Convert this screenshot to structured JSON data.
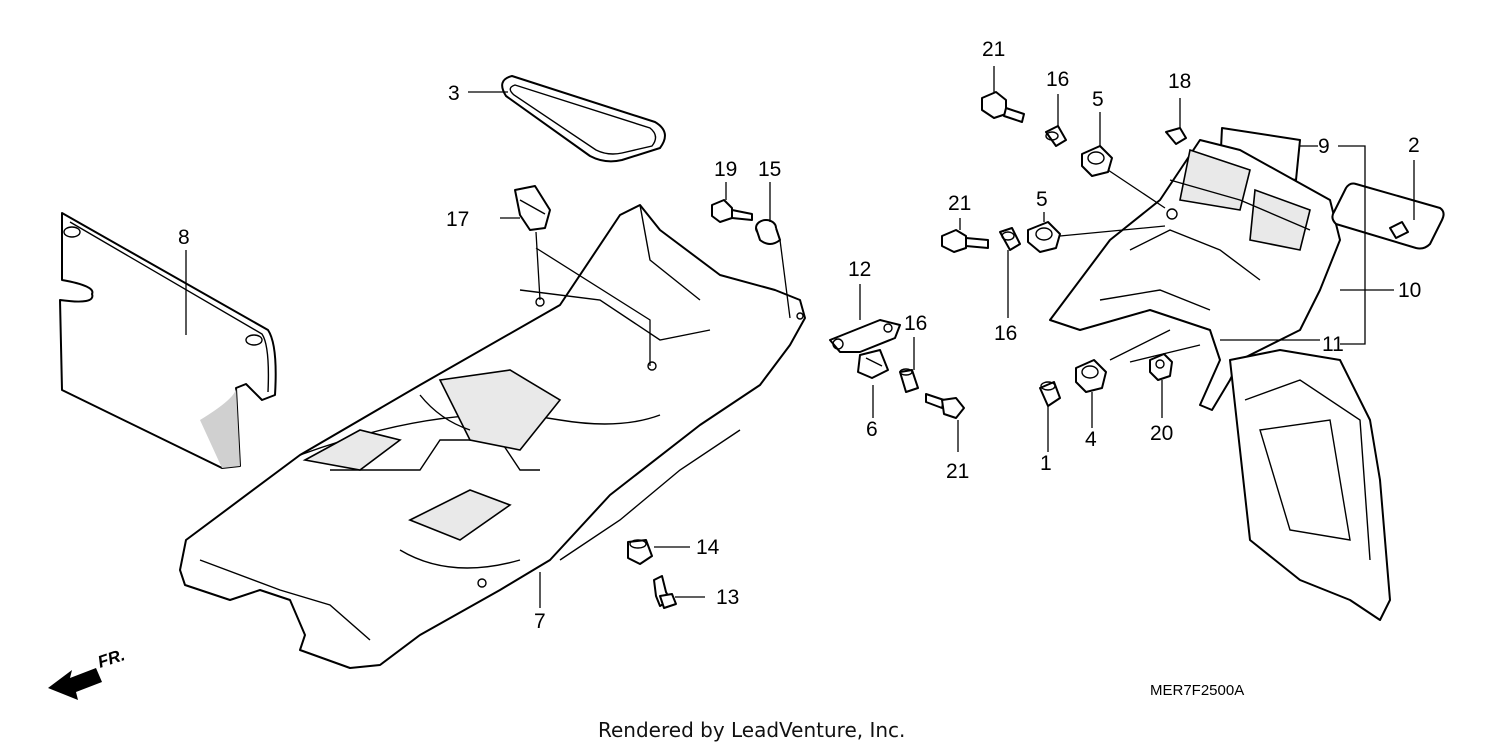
{
  "diagram": {
    "ref_code": "MER7F2500A",
    "credit": "Rendered by LeadVenture, Inc.",
    "direction_label": "FR.",
    "callouts": [
      {
        "id": "c1",
        "label": "1"
      },
      {
        "id": "c2",
        "label": "2"
      },
      {
        "id": "c3",
        "label": "3"
      },
      {
        "id": "c4",
        "label": "4"
      },
      {
        "id": "c5a",
        "label": "5"
      },
      {
        "id": "c5b",
        "label": "5"
      },
      {
        "id": "c6",
        "label": "6"
      },
      {
        "id": "c7",
        "label": "7"
      },
      {
        "id": "c8",
        "label": "8"
      },
      {
        "id": "c9",
        "label": "9"
      },
      {
        "id": "c10",
        "label": "10"
      },
      {
        "id": "c11",
        "label": "11"
      },
      {
        "id": "c12",
        "label": "12"
      },
      {
        "id": "c13",
        "label": "13"
      },
      {
        "id": "c14",
        "label": "14"
      },
      {
        "id": "c15",
        "label": "15"
      },
      {
        "id": "c16a",
        "label": "16"
      },
      {
        "id": "c16b",
        "label": "16"
      },
      {
        "id": "c16c",
        "label": "16"
      },
      {
        "id": "c17",
        "label": "17"
      },
      {
        "id": "c18",
        "label": "18"
      },
      {
        "id": "c19",
        "label": "19"
      },
      {
        "id": "c20",
        "label": "20"
      },
      {
        "id": "c21a",
        "label": "21"
      },
      {
        "id": "c21b",
        "label": "21"
      },
      {
        "id": "c21c",
        "label": "21"
      }
    ]
  }
}
